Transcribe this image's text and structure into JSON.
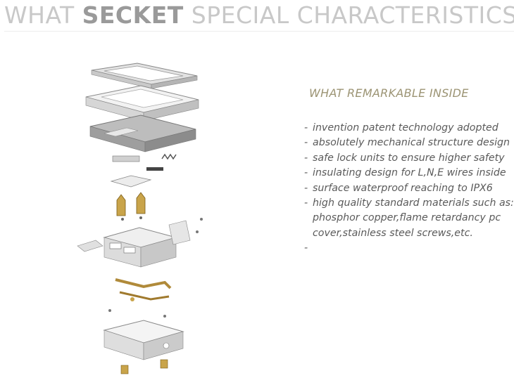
{
  "header": {
    "title_part1": "WHAT",
    "title_part2": "SECKET",
    "title_part3": "SPECIAL CHARACTERISTICS"
  },
  "section": {
    "heading": "WHAT REMARKABLE INSIDE",
    "dash": "-",
    "features": [
      "invention patent technology adopted",
      "absolutely mechanical structure design",
      "safe lock units to ensure higher safety",
      "insulating design for L,N,E wires inside",
      "surface waterproof  reaching to IPX6",
      "high quality standard materials such as:"
    ],
    "continuation": [
      "phosphor copper,flame retardancy pc",
      "cover,stainless steel screws,etc."
    ]
  },
  "illustration": {
    "icon": "exploded-socket-assembly"
  }
}
